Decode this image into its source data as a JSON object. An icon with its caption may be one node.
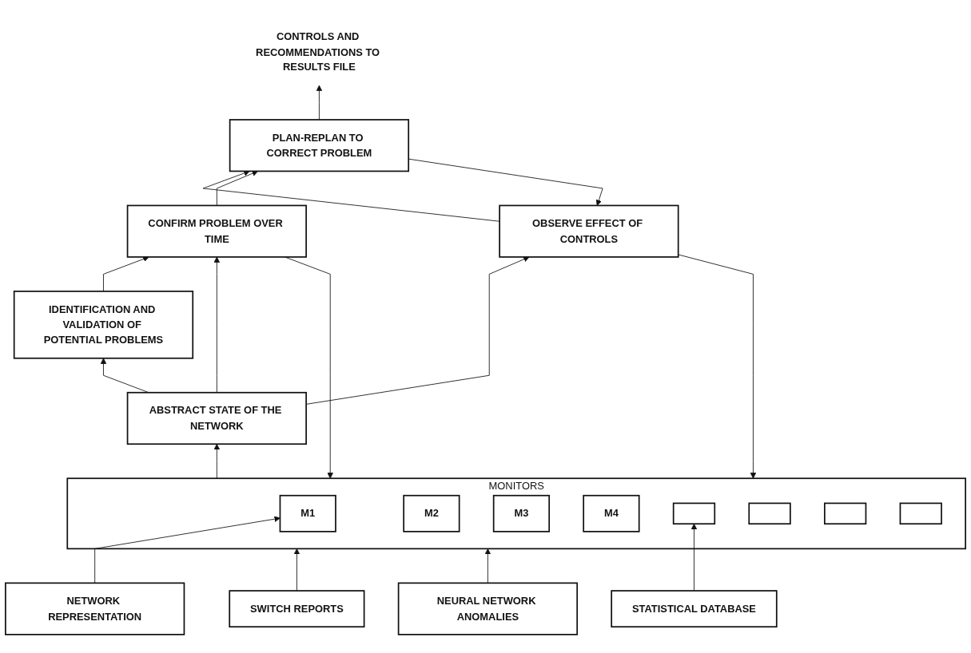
{
  "diagram": {
    "nodes": [
      {
        "text": [
          "OBSERVE EFFECT OF CONTROLS"
        ]
      },
      {
        "text": [
          "PLAN-REPLAN TO CORRECT PROBLEM"
        ]
      },
      {
        "text": [
          "CONFIRM PROBLEM OVER TIME"
        ]
      },
      {
        "text": [
          "IDENTIFICATION AND VALIDATION OF POTENTIAL PROBLEMS"
        ]
      },
      {
        "text": [
          "ABSTRACT STATE OF THE NETWORK"
        ]
      },
      {
        "text": [
          "MONITORS"
        ]
      },
      {
        "text": [
          "M1"
        ],
        "in": 5
      },
      {
        "text": [
          "M2"
        ],
        "in": 5
      },
      {
        "text": [
          "M3"
        ],
        "in": 5
      },
      {
        "text": [
          "M4"
        ],
        "in": 5
      },
      {
        "text": [],
        "shape": "box",
        "in": 5
      },
      {
        "text": [],
        "shape": "box",
        "in": 5
      },
      {
        "text": [],
        "shape": "box",
        "in": 5
      },
      {
        "text": [],
        "shape": "box",
        "in": 5
      },
      {
        "text": [
          "NETWORK REPRESENTATION"
        ]
      },
      {
        "text": [
          "STATISTICAL DATABASE"
        ]
      },
      {
        "text": [
          "SWITCH REPORTS"
        ]
      },
      {
        "text": [
          "NEURAL NETWORK ANOMALIES"
        ]
      },
      {
        "text": [
          "CONTROLS AND RECOMMENDATIONS TO RESULTS FILE"
        ]
      }
    ],
    "edges": [
      {
        "from": 4,
        "to": 0,
        "arrow": "to"
      },
      {
        "from": 0,
        "to": 1,
        "arrow": "to"
      },
      {
        "from": 1,
        "to": 0,
        "arrow": "to"
      },
      {
        "from": 2,
        "to": 1,
        "arrow": "to"
      },
      {
        "from": 3,
        "to": 2,
        "arrow": "to"
      },
      {
        "from": 4,
        "to": 3,
        "arrow": "to"
      },
      {
        "from": 4,
        "to": 2,
        "arrow": "to"
      },
      {
        "from": 2,
        "to": 5,
        "arrow": "to"
      },
      {
        "from": 0,
        "to": 5,
        "arrow": "to"
      },
      {
        "from": 5,
        "to": 4,
        "arrow": "to"
      },
      {
        "from": 14,
        "to": 6,
        "arrow": "to"
      },
      {
        "from": 15,
        "to": 10,
        "arrow": "to"
      },
      {
        "from": 16,
        "to": 5,
        "arrow": "to"
      },
      {
        "from": 17,
        "to": 5,
        "arrow": "to"
      },
      {
        "from": 1,
        "to": 18,
        "arrow": "to"
      }
    ]
  }
}
